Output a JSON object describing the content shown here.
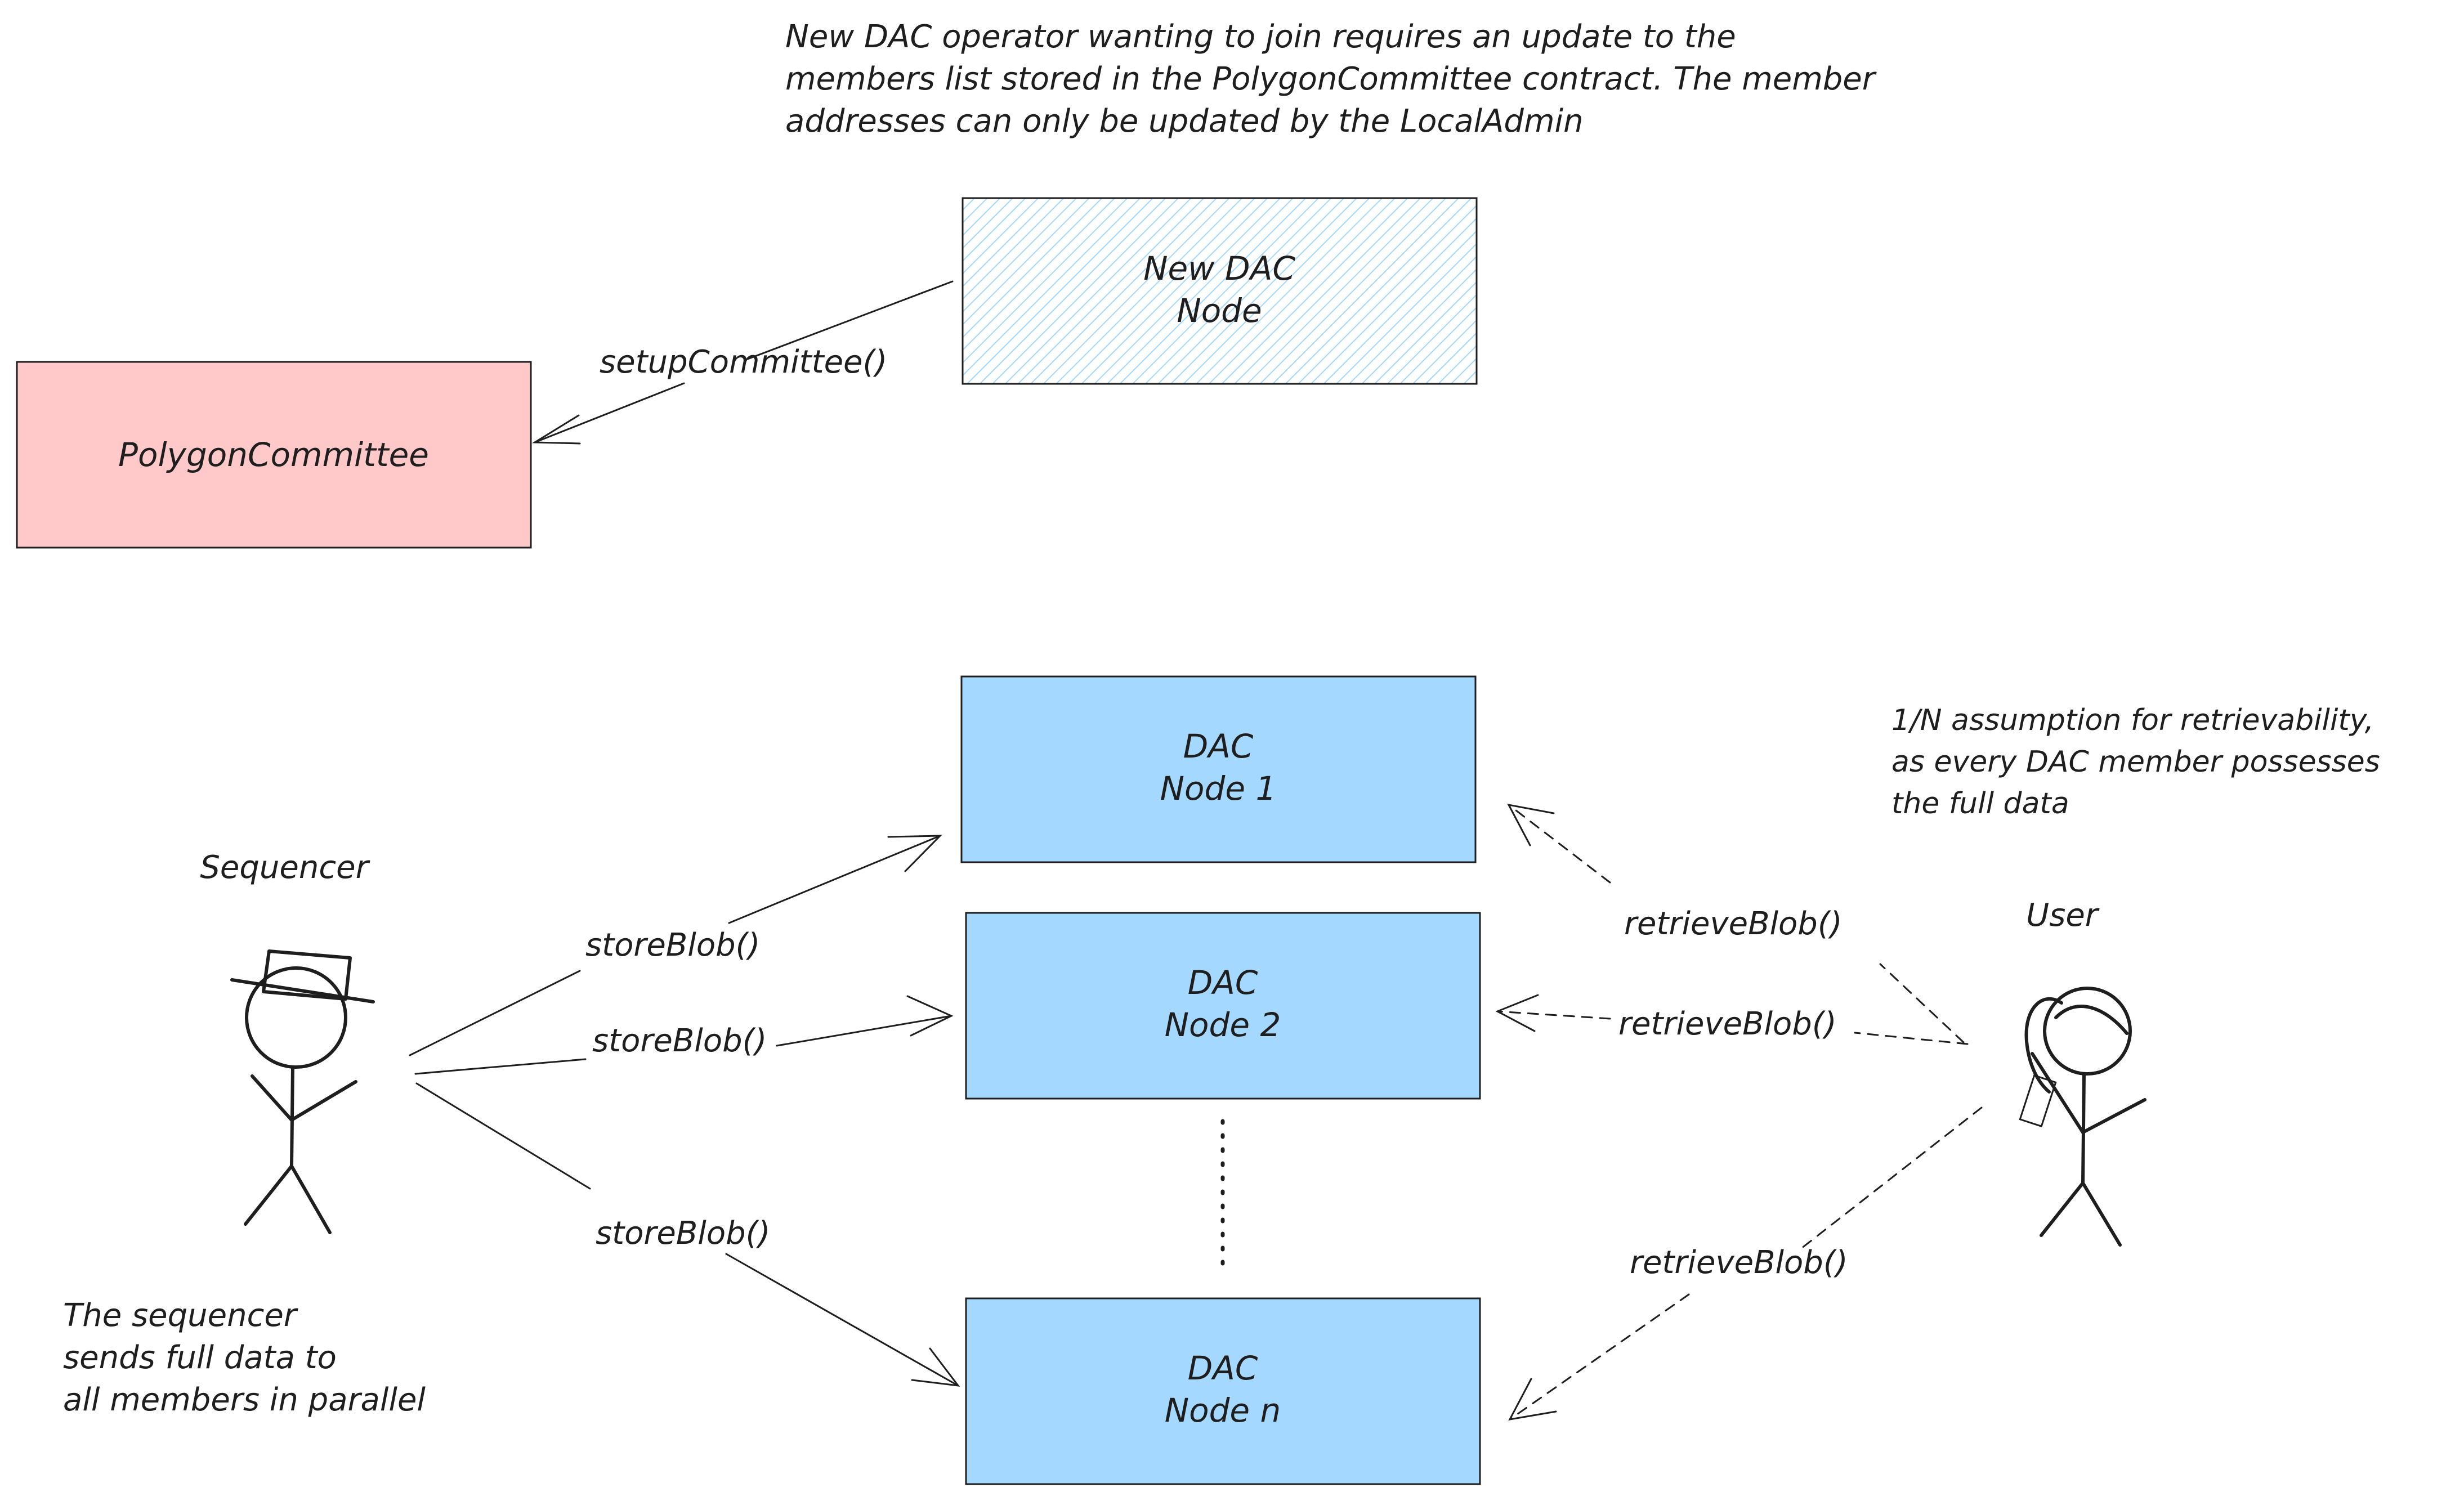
{
  "notes": {
    "top": [
      "New DAC operator wanting to join requires an update to the",
      "members list stored in the PolygonCommittee contract. The member",
      "addresses can only be updated by the LocalAdmin"
    ],
    "right": [
      "1/N assumption for retrievability,",
      "as every DAC member possesses",
      "the full data"
    ],
    "bottom_left": [
      "The sequencer",
      "sends full data to",
      "all members in parallel"
    ]
  },
  "boxes": {
    "polygon_committee": "PolygonCommittee",
    "new_dac_node": [
      "New DAC",
      "Node"
    ],
    "dac_node_1": [
      "DAC",
      "Node 1"
    ],
    "dac_node_2": [
      "DAC",
      "Node 2"
    ],
    "dac_node_n": [
      "DAC",
      "Node n"
    ]
  },
  "actors": {
    "sequencer": "Sequencer",
    "user": "User"
  },
  "edges": {
    "setup": "setupCommittee()",
    "store_1": "storeBlob()",
    "store_2": "storeBlob()",
    "store_n": "storeBlob()",
    "retrieve_1": "retrieveBlob()",
    "retrieve_2": "retrieveBlob()",
    "retrieve_n": "retrieveBlob()"
  },
  "colors": {
    "committee_fill": "#ffc9c9",
    "dac_fill": "#a5d8ff",
    "new_node_hatch": "#a5d8ff",
    "stroke": "#1e1e1e"
  }
}
